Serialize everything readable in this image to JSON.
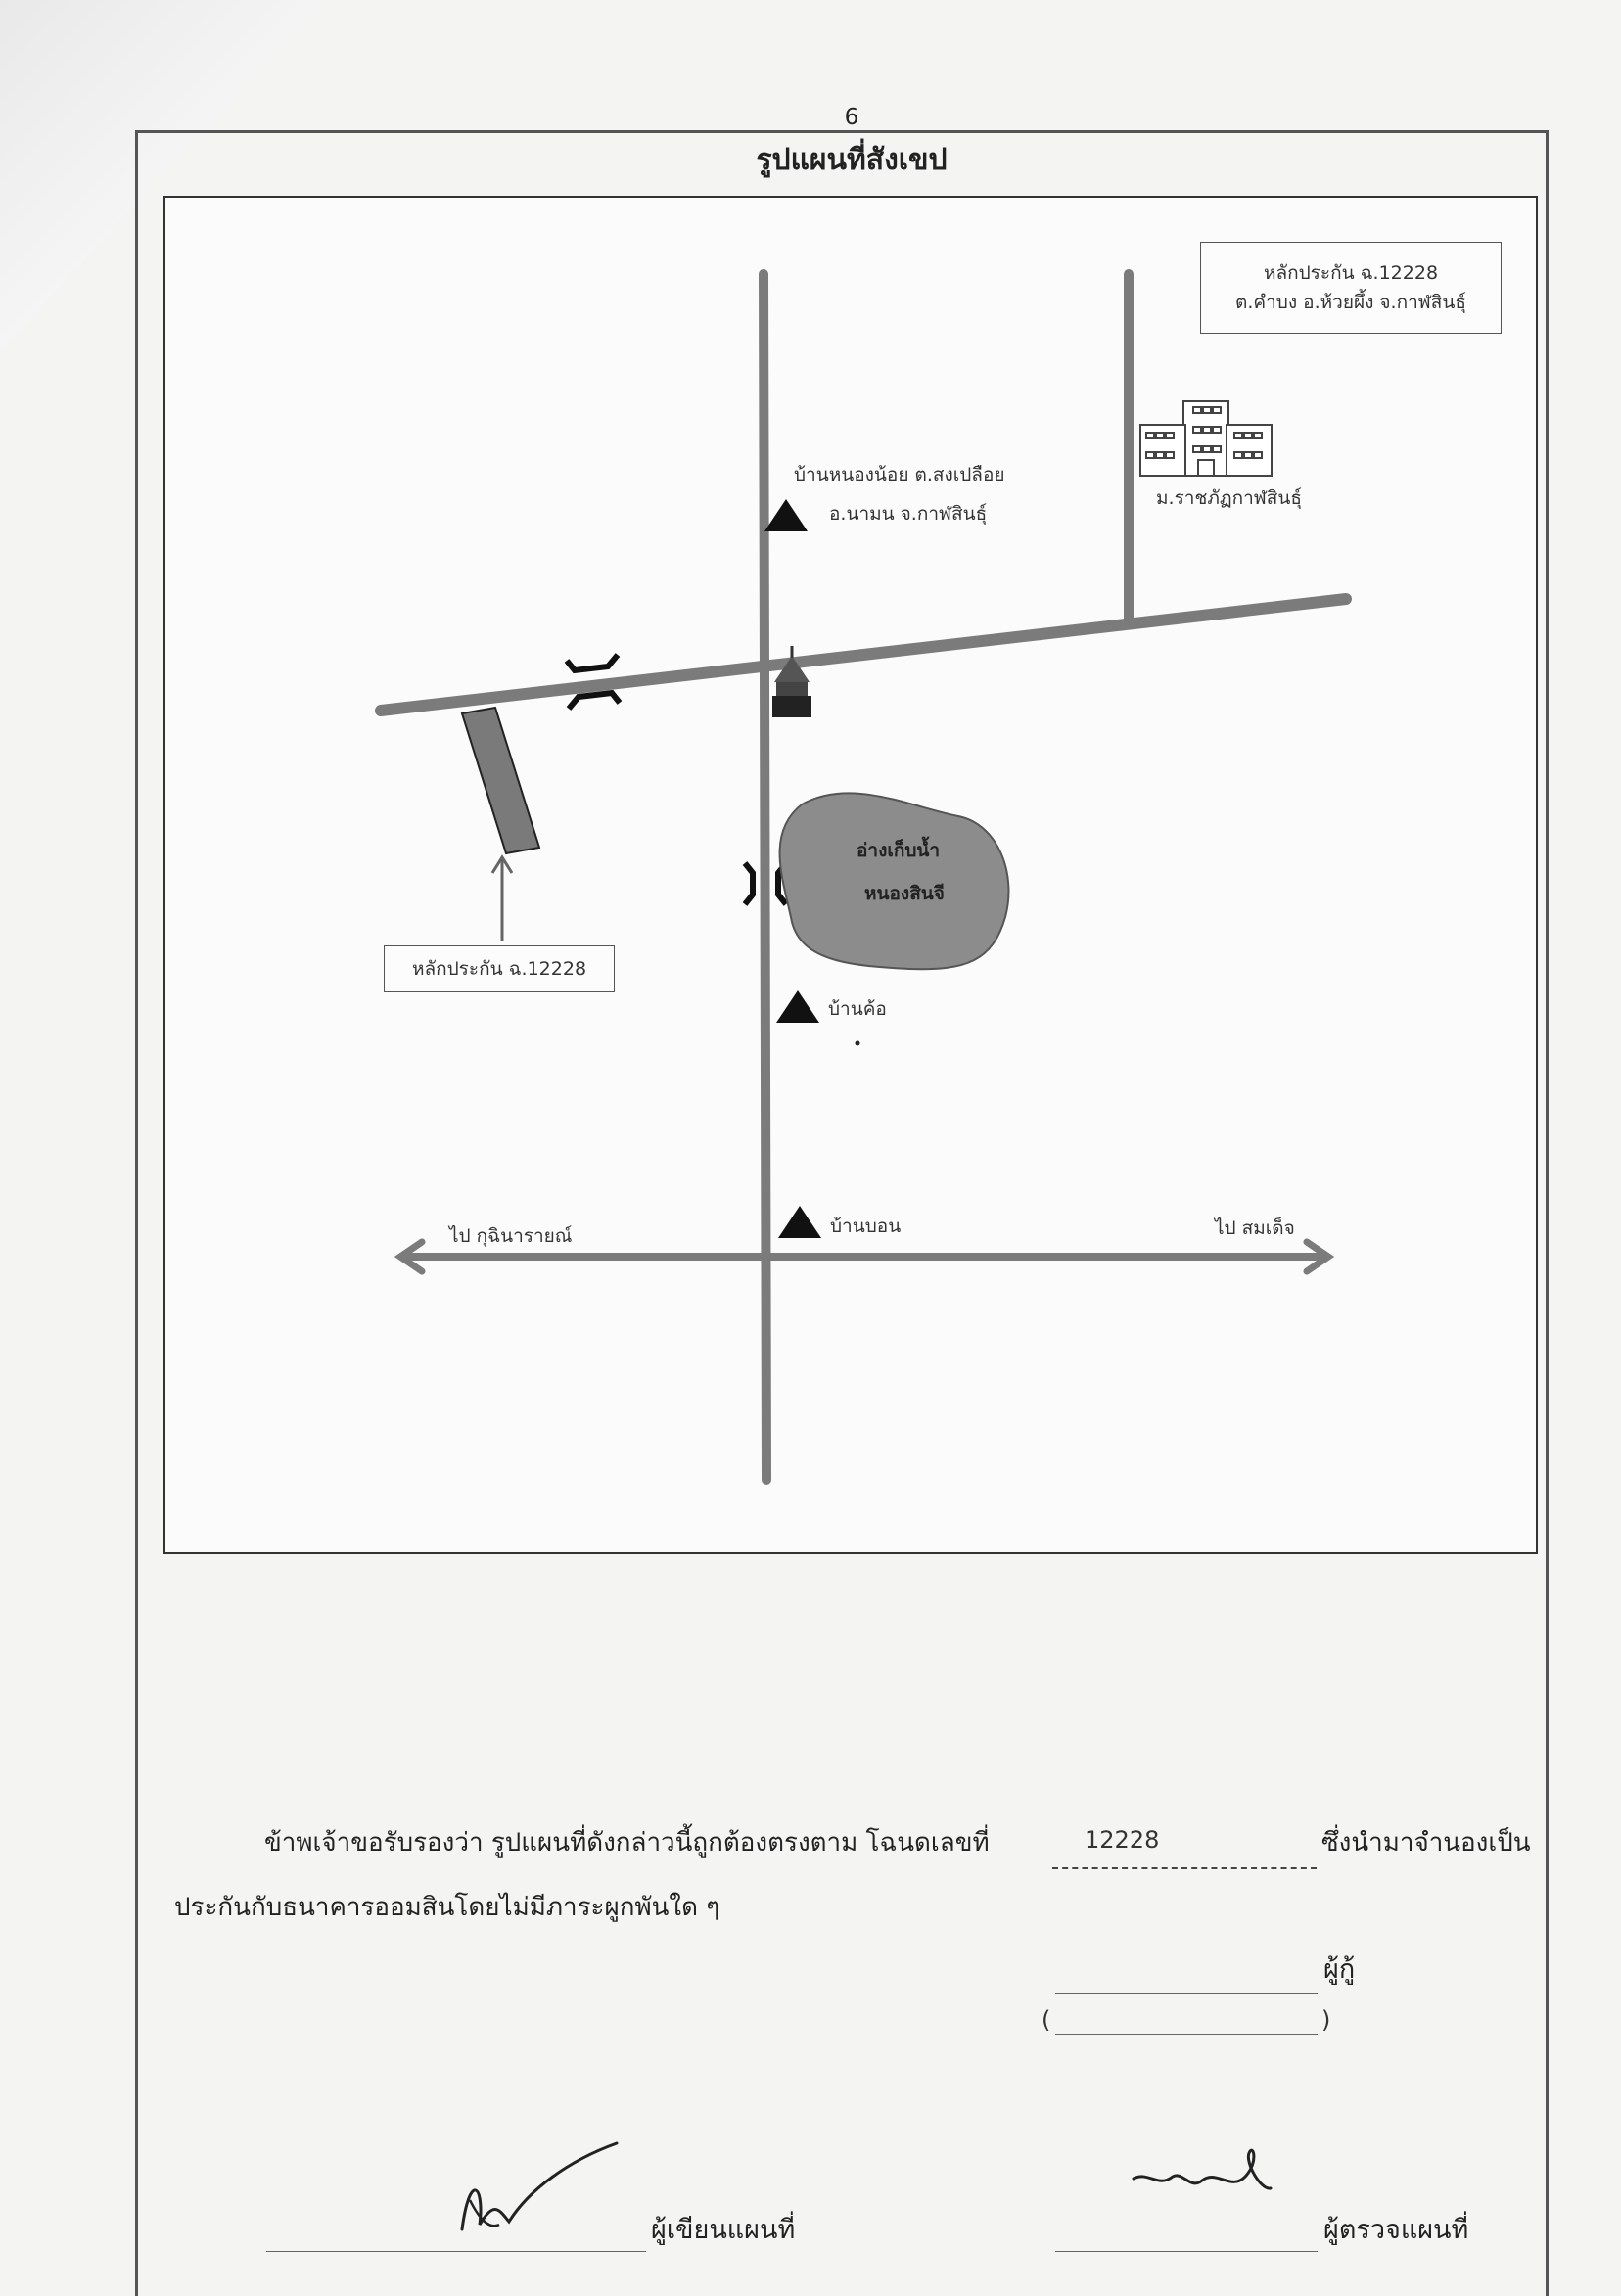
{
  "page": {
    "number": "6",
    "title": "รูปแผนที่สังเขป"
  },
  "map": {
    "collateral_box_top": {
      "line1": "หลักประกัน ฉ.12228",
      "line2": "ต.คำบง อ.ห้วยผึ้ง จ.กาฬสินธุ์"
    },
    "collateral_box_bottom": "หลักประกัน ฉ.12228",
    "village_nong_noi": {
      "line1": "บ้านหนองน้อย ต.สงเปลือย",
      "line2": "อ.นามน จ.กาฬสินธุ์"
    },
    "university": "ม.ราชภัฏกาฬสินธุ์",
    "reservoir": {
      "line1": "อ่างเก็บน้ำ",
      "line2": "หนองสินจี"
    },
    "village_kho": "บ้านค้อ",
    "village_bon": "บ้านบอน",
    "to_left": "ไป กุฉินารายณ์",
    "to_right": "ไป สมเด็จ",
    "colors": {
      "road": "#7b7b7b",
      "reservoir": "#8c8c8c",
      "parcel": "#7a7a7a",
      "marker": "#111111"
    },
    "icons": [
      "bridge-icon",
      "temple-icon",
      "village-marker-icon",
      "building-icon",
      "arrow-icon"
    ]
  },
  "certification": {
    "line1_text": "ข้าพเจ้าขอรับรองว่า รูปแผนที่ดังกล่าวนี้ถูกต้องตรงตาม  โฉนดเลขที่",
    "deed_number": "12228",
    "line1_suffix": "ซึ่งนำมาจำนองเป็น",
    "line2_text": "ประกันกับธนาคารออมสินโดยไม่มีภาระผูกพันใด ๆ"
  },
  "signatures": {
    "borrower_label": "ผู้กู้",
    "paren_open": "(",
    "paren_close": ")",
    "drawer_label": "ผู้เขียนแผนที่",
    "checker_label": "ผู้ตรวจแผนที่"
  }
}
